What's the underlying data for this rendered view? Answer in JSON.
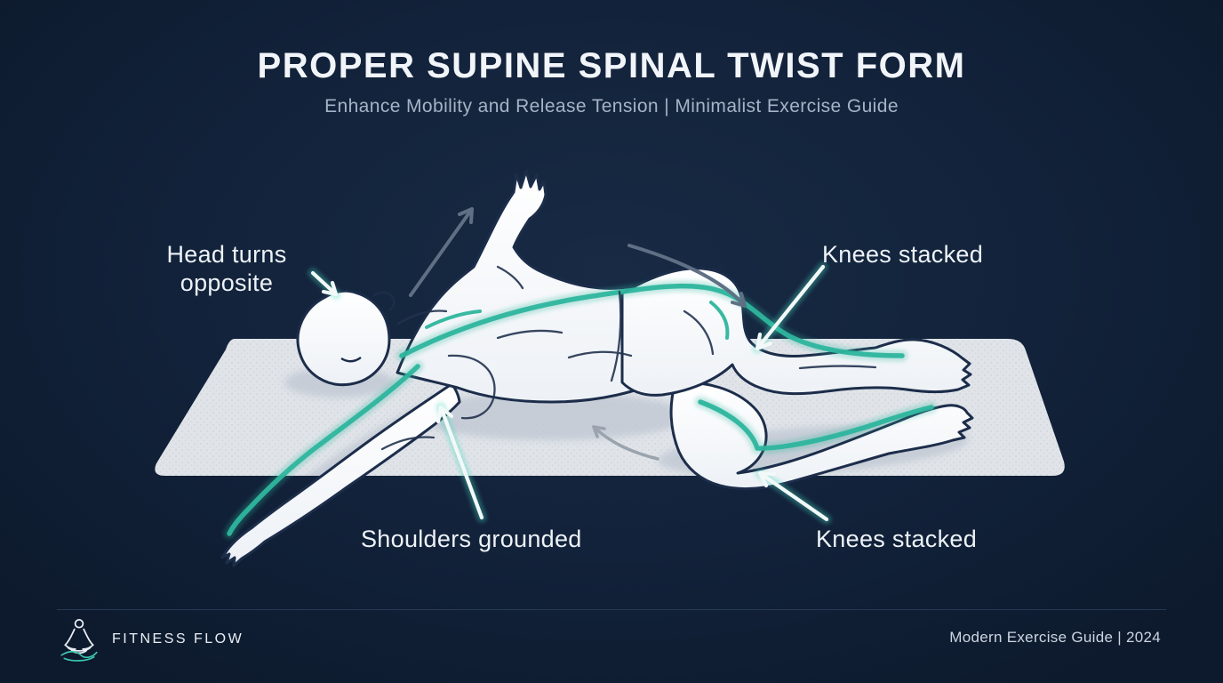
{
  "header": {
    "title": "PROPER SUPINE SPINAL TWIST FORM",
    "subtitle": "Enhance Mobility and Release Tension | Minimalist Exercise Guide"
  },
  "annotations": {
    "head": {
      "line1": "Head turns",
      "line2": "opposite"
    },
    "knees_top": "Knees stacked",
    "shoulders": "Shoulders grounded",
    "knees_bottom": "Knees stacked"
  },
  "footer": {
    "brand": "FITNESS FLOW",
    "credit": "Modern Exercise Guide | 2024",
    "logo_icon": "meditation-pose-icon"
  },
  "icons": {
    "pointer_arrows": "teal-glow-arrow-icon",
    "motion_arrows": "gray-rotation-arrow-icon"
  },
  "colors": {
    "background": "#12223a",
    "mat": "#e0e4e9",
    "body_fill": "#ffffff",
    "body_outline": "#1c2d4a",
    "accent_teal": "#2eb69e",
    "glow_teal": "#45d6bd",
    "arrow_gray": "#5f7085",
    "text_primary": "#f1f5f9",
    "text_secondary": "#a6b3c6",
    "footer_text": "#ccd5e1"
  }
}
